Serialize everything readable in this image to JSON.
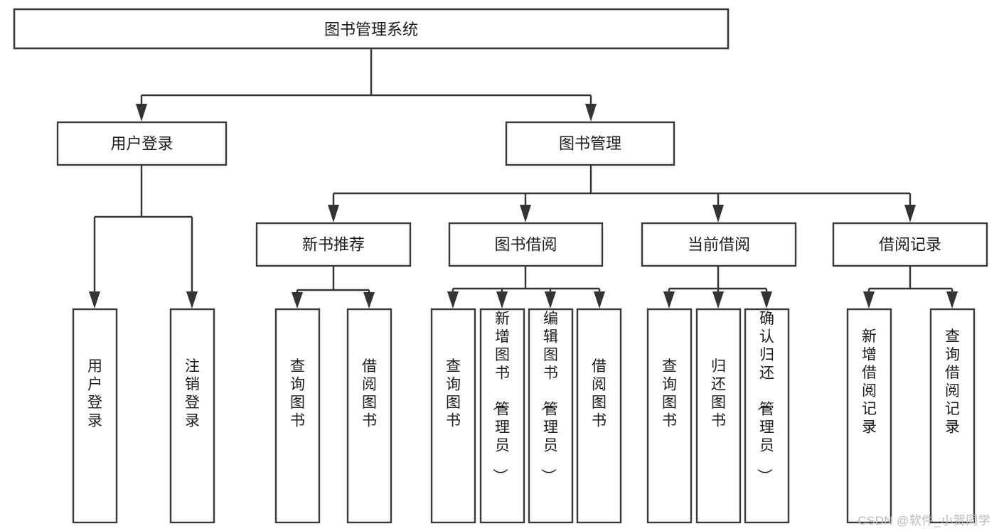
{
  "diagram": {
    "type": "tree",
    "title": "图书管理系统",
    "orientation": "top-down",
    "colors": {
      "box_stroke": "#3a3a3a",
      "box_fill": "#ffffff",
      "connector": "#333333",
      "text": "#1b1b1b",
      "watermark": "#b9b9b9",
      "background": "#ffffff"
    },
    "levels": {
      "level1_label": "图书管理系统",
      "level2_labels": [
        "用户登录",
        "图书管理"
      ],
      "level3_labels": [
        "新书推荐",
        "图书借阅",
        "当前借阅",
        "借阅记录"
      ]
    },
    "nodes": {
      "root": {
        "id": "root",
        "label": "图书管理系统",
        "orientation": "horizontal"
      },
      "user_login": {
        "id": "user-login",
        "label": "用户登录",
        "orientation": "horizontal"
      },
      "book_manage": {
        "id": "book-manage",
        "label": "图书管理",
        "orientation": "horizontal"
      },
      "new_book_rec": {
        "id": "new-book-recommend",
        "label": "新书推荐",
        "orientation": "horizontal"
      },
      "book_borrow": {
        "id": "book-borrow",
        "label": "图书借阅",
        "orientation": "horizontal"
      },
      "current_borrow": {
        "id": "current-borrow",
        "label": "当前借阅",
        "orientation": "horizontal"
      },
      "borrow_record": {
        "id": "borrow-record",
        "label": "借阅记录",
        "orientation": "horizontal"
      }
    },
    "leaves": {
      "user_login": [
        {
          "id": "leaf-user-login",
          "label": "用户登录"
        },
        {
          "id": "leaf-logout-login",
          "label": "注销登录"
        }
      ],
      "new_book_rec": [
        {
          "id": "leaf-query-book-1",
          "label": "查询图书"
        },
        {
          "id": "leaf-borrow-book-1",
          "label": "借阅图书"
        }
      ],
      "book_borrow": [
        {
          "id": "leaf-query-book-2",
          "label": "查询图书"
        },
        {
          "id": "leaf-add-book-admin",
          "label": "新增图书（管理员）"
        },
        {
          "id": "leaf-edit-book-admin",
          "label": "编辑图书（管理员）"
        },
        {
          "id": "leaf-borrow-book-2",
          "label": "借阅图书"
        }
      ],
      "current_borrow": [
        {
          "id": "leaf-query-book-3",
          "label": "查询图书"
        },
        {
          "id": "leaf-return-book",
          "label": "归还图书"
        },
        {
          "id": "leaf-confirm-return-admin",
          "label": "确认归还（管理员）"
        }
      ],
      "borrow_record": [
        {
          "id": "leaf-add-borrow-record",
          "label": "新增借阅记录"
        },
        {
          "id": "leaf-query-borrow-record",
          "label": "查询借阅记录"
        }
      ]
    },
    "edges": [
      {
        "from": "图书管理系统",
        "to": "用户登录"
      },
      {
        "from": "图书管理系统",
        "to": "图书管理"
      },
      {
        "from": "用户登录",
        "to": "用户登录"
      },
      {
        "from": "用户登录",
        "to": "注销登录"
      },
      {
        "from": "图书管理",
        "to": "新书推荐"
      },
      {
        "from": "图书管理",
        "to": "图书借阅"
      },
      {
        "from": "图书管理",
        "to": "当前借阅"
      },
      {
        "from": "图书管理",
        "to": "借阅记录"
      },
      {
        "from": "新书推荐",
        "to": "查询图书"
      },
      {
        "from": "新书推荐",
        "to": "借阅图书"
      },
      {
        "from": "图书借阅",
        "to": "查询图书"
      },
      {
        "from": "图书借阅",
        "to": "新增图书（管理员）"
      },
      {
        "from": "图书借阅",
        "to": "编辑图书（管理员）"
      },
      {
        "from": "图书借阅",
        "to": "借阅图书"
      },
      {
        "from": "当前借阅",
        "to": "查询图书"
      },
      {
        "from": "当前借阅",
        "to": "归还图书"
      },
      {
        "from": "当前借阅",
        "to": "确认归还（管理员）"
      },
      {
        "from": "借阅记录",
        "to": "新增借阅记录"
      },
      {
        "from": "借阅记录",
        "to": "查询借阅记录"
      }
    ]
  },
  "watermark": {
    "text": "CSDN @软件_小贺同学"
  }
}
